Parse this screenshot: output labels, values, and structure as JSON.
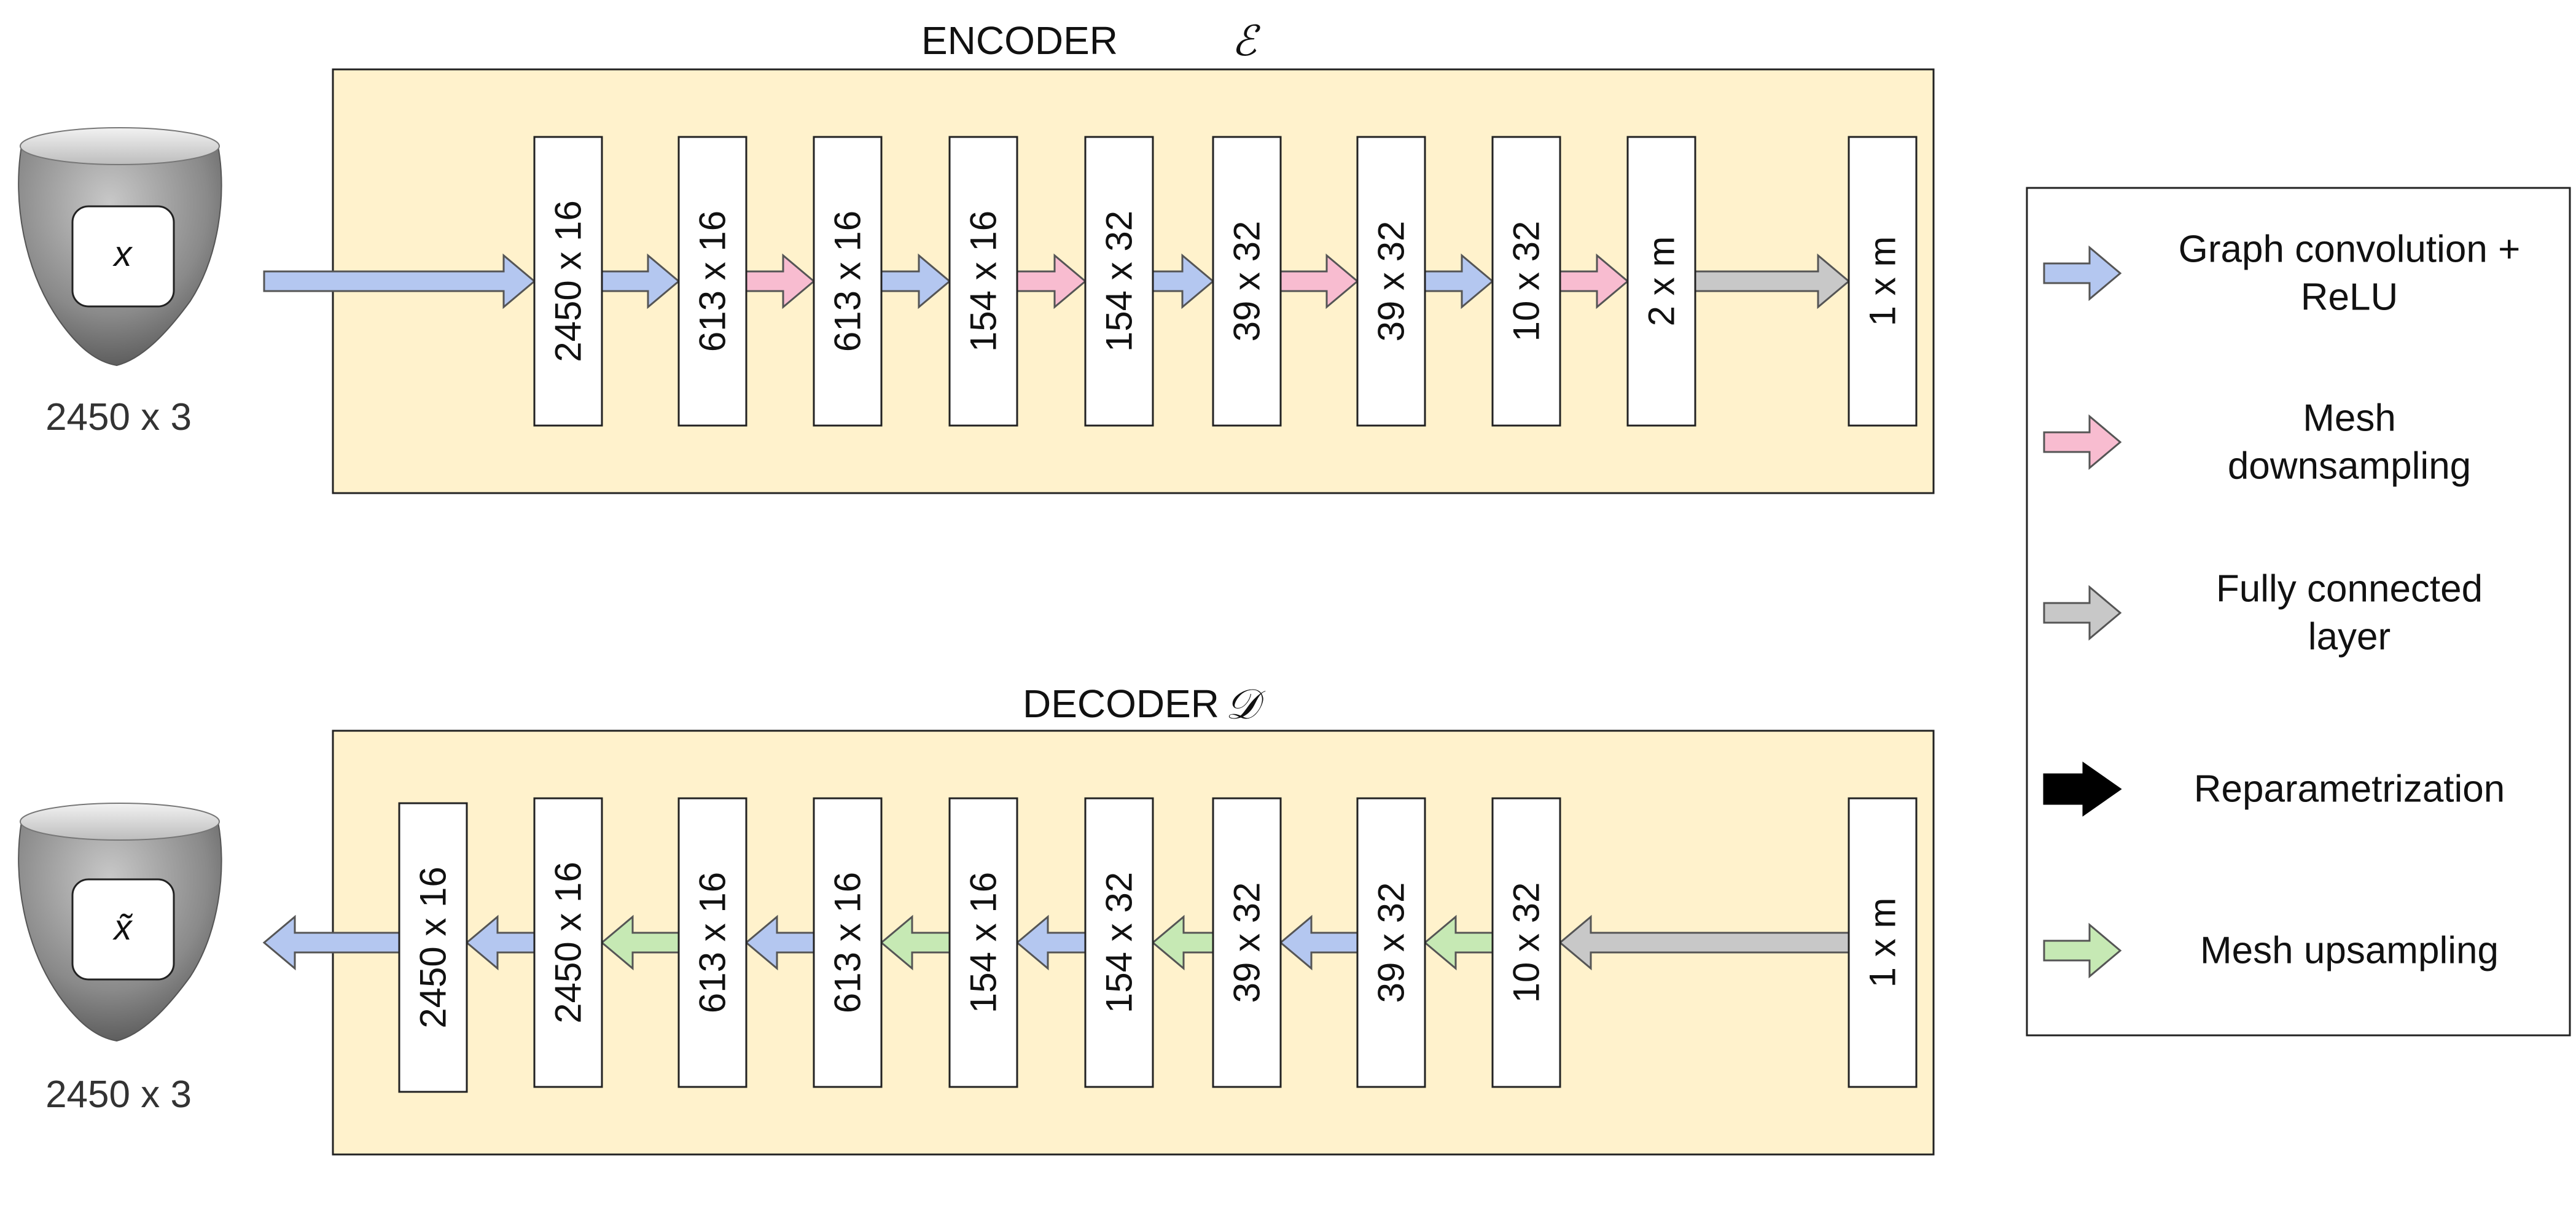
{
  "encoder": {
    "title": "ENCODER",
    "symbol": "ℰ",
    "input": {
      "symbol": "x",
      "size_label": "2450 x 3"
    },
    "layers": [
      "2450 x 16",
      "613 x 16",
      "613 x 16",
      "154 x 16",
      "154 x 32",
      "39 x 32",
      "39 x 32",
      "10 x 32",
      "2 x m",
      "1 x m"
    ],
    "connections": [
      "graph_conv",
      "graph_conv",
      "mesh_down",
      "graph_conv",
      "mesh_down",
      "graph_conv",
      "mesh_down",
      "graph_conv",
      "mesh_down",
      "fully_connected",
      "reparam"
    ]
  },
  "decoder": {
    "title": "DECODER",
    "symbol": "𝒟",
    "output": {
      "symbol": "x̃",
      "size_label": "2450 x 3"
    },
    "layers": [
      "2450 x 16",
      "2450 x 16",
      "613 x 16",
      "613 x 16",
      "154 x 16",
      "154 x 32",
      "39 x 32",
      "39 x 32",
      "10 x 32",
      "1 x m"
    ],
    "connections": [
      "graph_conv",
      "graph_conv",
      "mesh_up",
      "graph_conv",
      "mesh_up",
      "graph_conv",
      "mesh_up",
      "graph_conv",
      "mesh_up",
      "fully_connected"
    ]
  },
  "legend": {
    "items": [
      {
        "key": "graph_conv",
        "lines": [
          "Graph convolution +",
          "ReLU"
        ]
      },
      {
        "key": "mesh_down",
        "lines": [
          "Mesh",
          "downsampling"
        ]
      },
      {
        "key": "fully_connected",
        "lines": [
          "Fully connected",
          "layer"
        ]
      },
      {
        "key": "reparam",
        "lines": [
          "Reparametrization"
        ]
      },
      {
        "key": "mesh_up",
        "lines": [
          "Mesh upsampling"
        ]
      }
    ]
  },
  "colors": {
    "panel_fill": "#fff2cc",
    "graph_conv": "#b4c7f0",
    "mesh_down": "#f8bcd0",
    "fully_connected": "#c8c8c8",
    "reparam": "#000000",
    "mesh_up": "#c6e9b4"
  }
}
